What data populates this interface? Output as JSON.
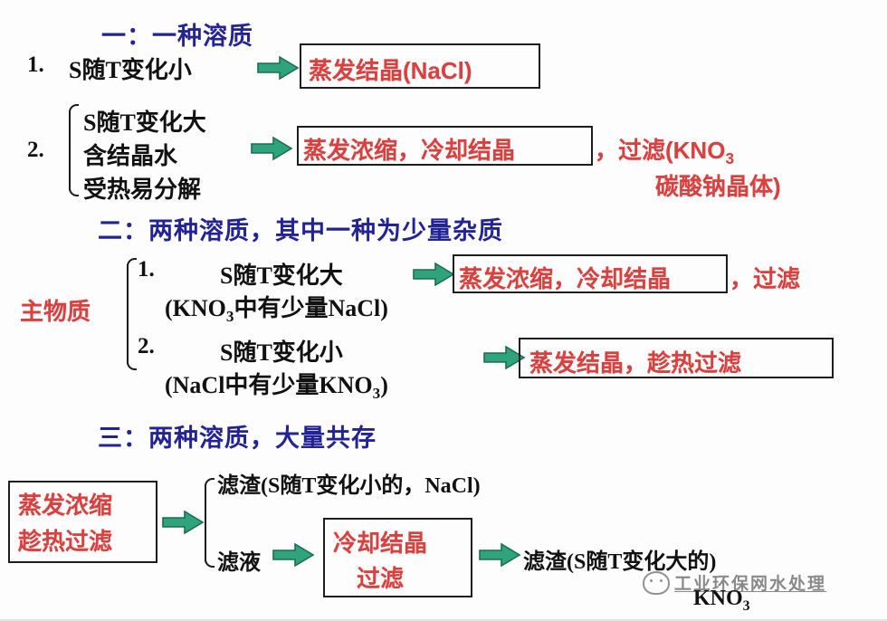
{
  "document": {
    "title": "结晶方法归纳图",
    "colors": {
      "heading_blue": "#232395",
      "body_black": "#111111",
      "accent_red": "#d8413f",
      "arrow_green": "#2fa37b",
      "arrow_outline": "#1b6e52",
      "box_border": "#1d1d1d",
      "background": "#fdfdfd"
    }
  },
  "sections": [
    {
      "id": "section-one",
      "heading": "一：一种溶质",
      "items": [
        {
          "number": "1.",
          "condition": "S随T变化小",
          "arrow": "right-arrow-icon",
          "result_boxed": "蒸发结晶(NaCl)"
        },
        {
          "number": "2.",
          "conditions": [
            "S随T变化大",
            "含结晶水",
            "受热易分解"
          ],
          "arrow": "right-arrow-icon",
          "result_boxed": "蒸发浓缩，冷却结晶",
          "result_tail": "，过滤(KNO",
          "result_tail_sub": "3",
          "result_line2": "碳酸钠晶体)"
        }
      ]
    },
    {
      "id": "section-two",
      "heading": "二：两种溶质，其中一种为少量杂质",
      "group_label": "主物质",
      "items": [
        {
          "number": "1.",
          "condition": "S随T变化大",
          "detail_pre": "(KNO",
          "detail_sub": "3",
          "detail_post": "中有少量NaCl)",
          "arrow": "right-arrow-icon",
          "result_boxed": "蒸发浓缩，冷却结晶",
          "result_tail": "，过滤"
        },
        {
          "number": "2.",
          "condition": "S随T变化小",
          "detail_pre": "(NaCl中有少量KNO",
          "detail_sub": "3",
          "detail_post": ")",
          "arrow": "right-arrow-icon",
          "result_boxed": "蒸发结晶，趁热过滤"
        }
      ]
    },
    {
      "id": "section-three",
      "heading": "三：两种溶质，大量共存",
      "start_box": {
        "line1": "蒸发浓缩",
        "line2": "趁热过滤"
      },
      "arrow_after_start": "right-arrow-icon",
      "branch_top": {
        "label_pre": "滤渣(S随T变化小的，NaCl)"
      },
      "branch_bottom": {
        "label": "滤液",
        "arrow": "right-arrow-icon",
        "box": {
          "line1": "冷却结晶",
          "line2": "过滤"
        },
        "arrow_after_box": "right-arrow-icon",
        "output_line1": "滤渣(S随T变化大的)",
        "output_line2_pre": "KNO",
        "output_line2_sub": "3"
      }
    }
  ],
  "watermark": {
    "logo": "panda-face-icon",
    "text": "工业环保网水处理"
  }
}
